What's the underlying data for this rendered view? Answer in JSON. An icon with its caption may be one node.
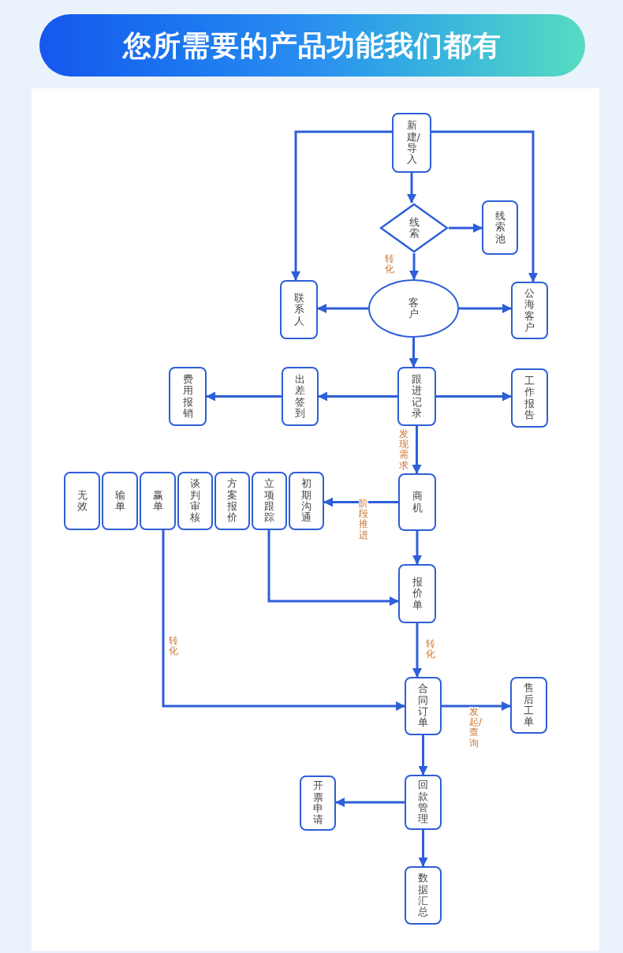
{
  "diagram": {
    "title": "您所需要的产品功能我们都有",
    "nodes": [
      {
        "text": [
          "新建/导入"
        ]
      },
      {
        "text": [
          "线索"
        ]
      },
      {
        "text": [
          "线索池"
        ]
      },
      {
        "text": [
          "联系人"
        ]
      },
      {
        "text": [
          "客户"
        ]
      },
      {
        "text": [
          "公海客户"
        ]
      },
      {
        "text": [
          "跟进记录"
        ]
      },
      {
        "text": [
          "出差签到"
        ]
      },
      {
        "text": [
          "费用报销"
        ]
      },
      {
        "text": [
          "工作报告"
        ]
      },
      {
        "text": [
          "商机"
        ]
      },
      {
        "text": [
          "初期沟通"
        ]
      },
      {
        "text": [
          "立项跟踪"
        ]
      },
      {
        "text": [
          "方案报价"
        ]
      },
      {
        "text": [
          "谈判审核"
        ]
      },
      {
        "text": [
          "赢单"
        ]
      },
      {
        "text": [
          "输单"
        ]
      },
      {
        "text": [
          "无效"
        ]
      },
      {
        "text": [
          "报价单"
        ]
      },
      {
        "text": [
          "合同订单"
        ]
      },
      {
        "text": [
          "售后工单"
        ]
      },
      {
        "text": [
          "回款管理"
        ]
      },
      {
        "text": [
          "开票申请"
        ]
      },
      {
        "text": [
          "数据汇总"
        ]
      }
    ],
    "edges": [
      {
        "from": 0,
        "to": 1,
        "arrow": "to"
      },
      {
        "from": 1,
        "to": 2,
        "arrow": "to"
      },
      {
        "from": 1,
        "to": 4,
        "arrow": "to",
        "label": "转化"
      },
      {
        "from": 0,
        "to": 3,
        "arrow": "to"
      },
      {
        "from": 0,
        "to": 5,
        "arrow": "to"
      },
      {
        "from": 4,
        "to": 3,
        "arrow": "to"
      },
      {
        "from": 4,
        "to": 5,
        "arrow": "to"
      },
      {
        "from": 4,
        "to": 6,
        "arrow": "to"
      },
      {
        "from": 6,
        "to": 7,
        "arrow": "to"
      },
      {
        "from": 7,
        "to": 8,
        "arrow": "to"
      },
      {
        "from": 6,
        "to": 9,
        "arrow": "to"
      },
      {
        "from": 6,
        "to": 10,
        "arrow": "to",
        "label": "发现需求"
      },
      {
        "from": 10,
        "to": 11,
        "arrow": "to",
        "label": "阶段推进"
      },
      {
        "from": 12,
        "to": 18,
        "arrow": "to"
      },
      {
        "from": 10,
        "to": 18,
        "arrow": "to"
      },
      {
        "from": 18,
        "to": 19,
        "arrow": "to",
        "label": "转化"
      },
      {
        "from": 15,
        "to": 19,
        "arrow": "to",
        "label": "转化"
      },
      {
        "from": 19,
        "to": 20,
        "arrow": "to",
        "label": "发起/查询"
      },
      {
        "from": 19,
        "to": 21,
        "arrow": "to"
      },
      {
        "from": 21,
        "to": 22,
        "arrow": "to"
      },
      {
        "from": 21,
        "to": 23,
        "arrow": "to"
      }
    ]
  }
}
